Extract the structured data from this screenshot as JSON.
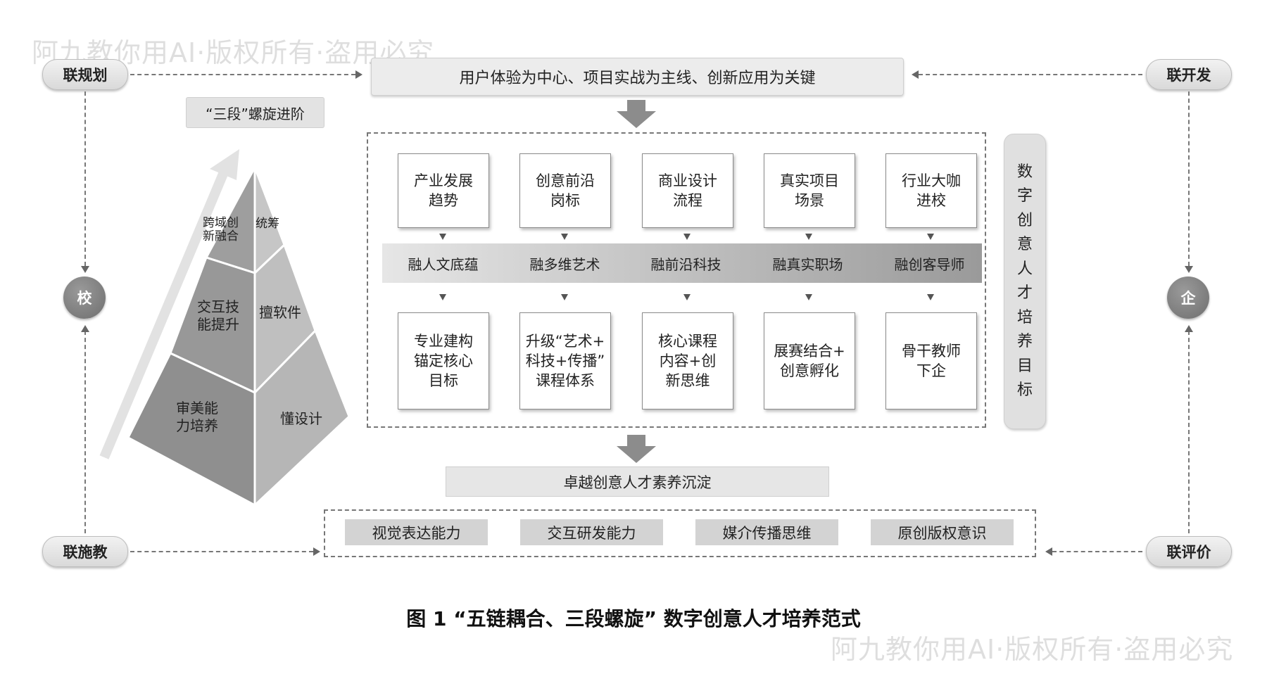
{
  "watermark_text": "阿九教你用AI·版权所有·盗用必究",
  "links": {
    "top_left": "联规划",
    "top_right": "联开发",
    "bottom_left": "联施教",
    "bottom_right": "联评价"
  },
  "nodes": {
    "school": "校",
    "enterprise": "企"
  },
  "top_banner": "用户体验为中心、项目实战为主线、创新应用为关键",
  "spiral_label": "“三段”螺旋进阶",
  "pyramid": {
    "top_left": "跨域创\n新融合",
    "top_right": "统筹",
    "mid_left": "交互技\n能提升",
    "mid_right": "擅软件",
    "bottom_left": "审美能\n力培养",
    "bottom_right": "懂设计"
  },
  "top_boxes": [
    "产业发展\n趋势",
    "创意前沿\n岗标",
    "商业设计\n流程",
    "真实项目\n场景",
    "行业大咖\n进校"
  ],
  "band_items": [
    "融人文底蕴",
    "融多维艺术",
    "融前沿科技",
    "融真实职场",
    "融创客导师"
  ],
  "bottom_boxes": [
    "专业建构\n锚定核心\n目标",
    "升级“艺术+\n科技+传播”\n课程体系",
    "核心课程\n内容+创\n新思维",
    "展赛结合+\n创意孵化",
    "骨干教师\n下企"
  ],
  "side_label": "数字创意人才培养目标",
  "result_label": "卓越创意人才素养沉淀",
  "abilities": [
    "视觉表达能力",
    "交互研发能力",
    "媒介传播思维",
    "原创版权意识"
  ],
  "caption": "图 1 “五链耦合、三段螺旋” 数字创意人才培养范式"
}
